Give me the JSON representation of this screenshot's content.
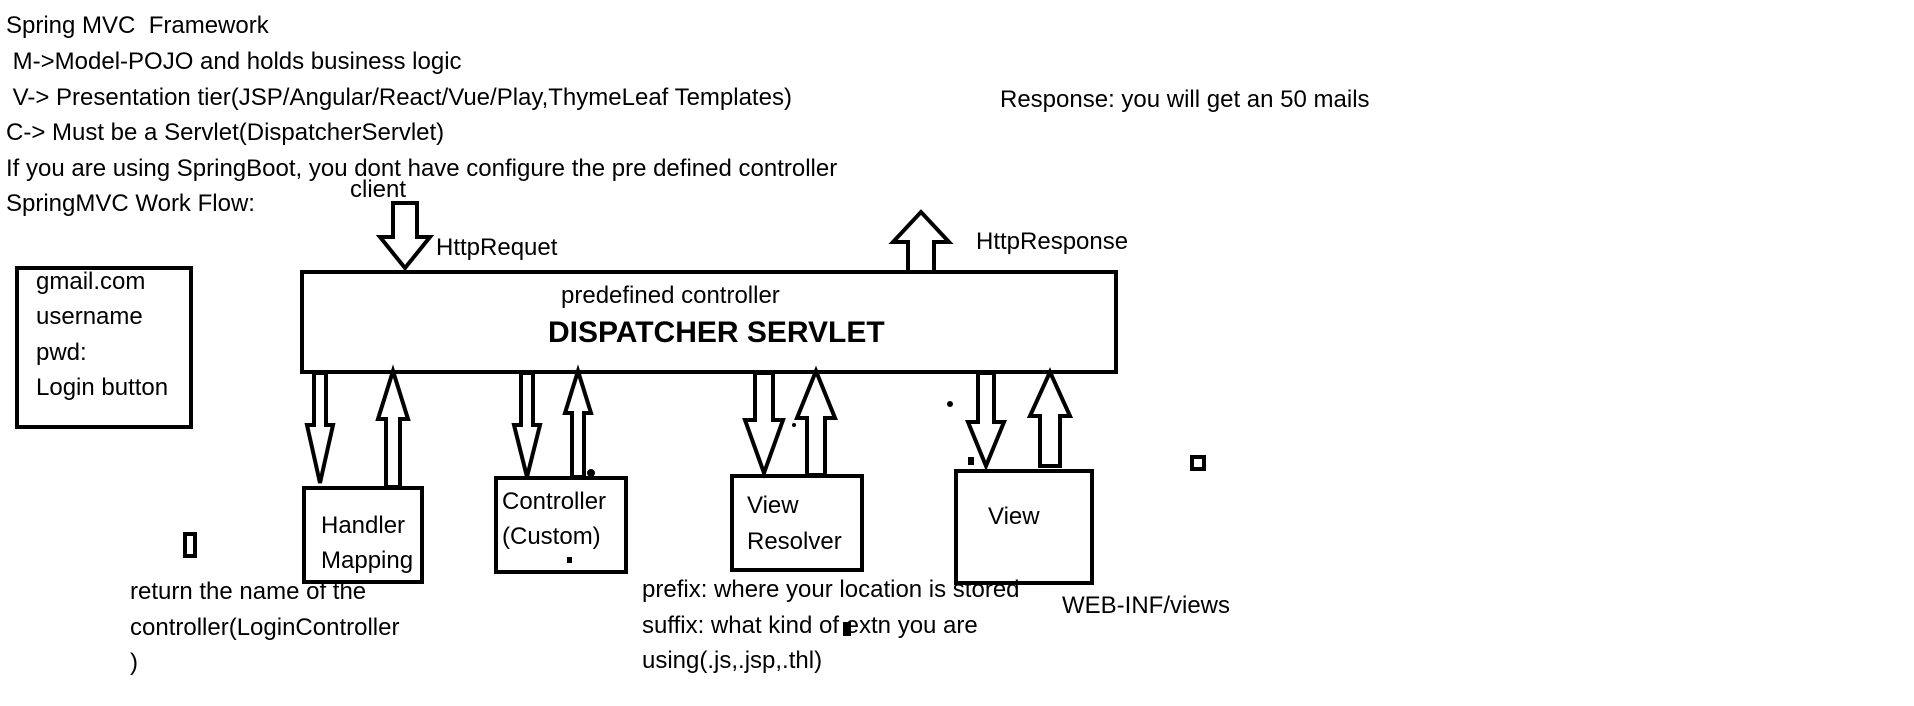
{
  "intro": {
    "line1": "Spring MVC  Framework",
    "line2": " M->Model-POJO and holds business logic",
    "line3": " V-> Presentation tier(JSP/Angular/React/Vue/Play,ThymeLeaf Templates)",
    "line4": "C-> Must be a Servlet(DispatcherServlet)",
    "line5": "If you are using SpringBoot, you dont have configure the pre defined controller",
    "line6": "SpringMVC Work Flow:"
  },
  "response_note": "Response: you will get an 50 mails",
  "client_label": "client",
  "http_request_label": "HttpRequet",
  "http_response_label": "HttpResponse",
  "login_box": {
    "line1": "gmail.com",
    "line2": "username",
    "line3": "pwd:",
    "line4": "Login button"
  },
  "dispatcher": {
    "subtitle": "predefined controller",
    "title": "DISPATCHER SERVLET"
  },
  "handler_mapping": {
    "line1": "Handler",
    "line2": "Mapping"
  },
  "controller": {
    "line1": "Controller",
    "line2": "(Custom)"
  },
  "view_resolver": {
    "line1": "View",
    "line2": "Resolver"
  },
  "view": {
    "label": "View"
  },
  "notes": {
    "handler_line1": "return the name of the",
    "handler_line2": "controller(LoginController",
    "handler_line3": ")",
    "resolver_line1": "prefix: where your location is stored",
    "resolver_line2": "suffix: what kind of extn you are",
    "resolver_line3": "using(.js,.jsp,.thl)",
    "view_path": "WEB-INF/views"
  }
}
